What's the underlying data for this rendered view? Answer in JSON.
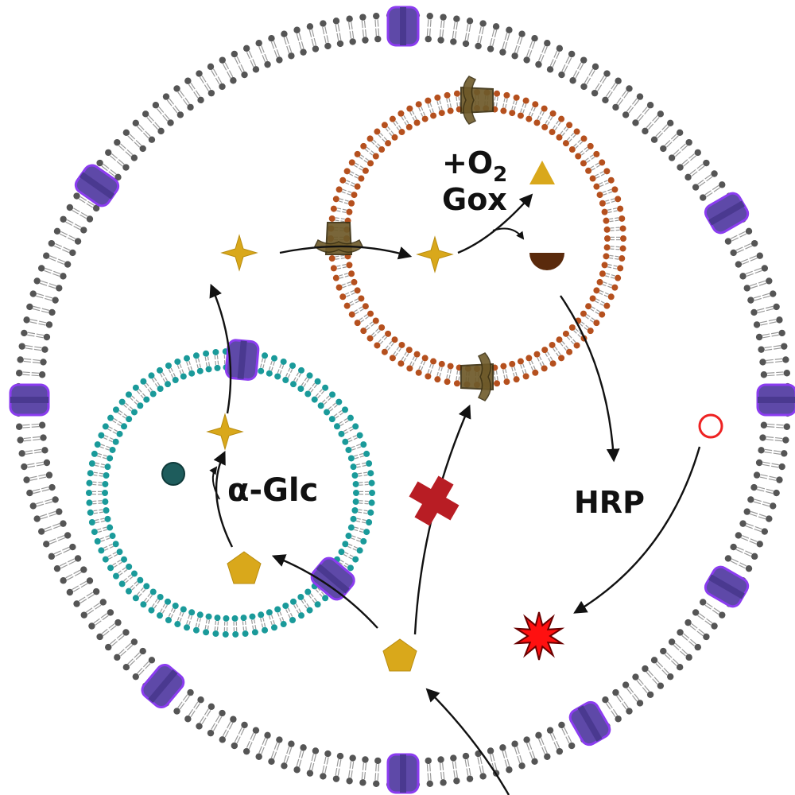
{
  "labels": {
    "oxygen_plus": "+O",
    "oxygen_sub": "2",
    "gox": "Gox",
    "alpha_glc": "α-Glc",
    "hrp": "HRP"
  },
  "colors": {
    "outer_membrane_heads": "#555555",
    "gox_vesicle_heads": "#b5501e",
    "glc_vesicle_heads": "#1a9a9a",
    "tails": "#9a9a9a",
    "pore_protein": "#5e49a8",
    "pore_protein_edge": "#8b3cf0",
    "gox_channel": "#6e5a2a",
    "substrate_gold": "#d9a81b",
    "product_brown": "#5a2a0c",
    "product_teal": "#1e5c5c",
    "inhibitor_red": "#b81d24",
    "fluor_red": "#ff1010",
    "open_circle": "#ee2222",
    "arrow": "#111111"
  },
  "icons": {
    "channel": "pore-protein-icon",
    "gox_channel": "gox-channel-icon",
    "star": "four-point-star-icon",
    "pentagon": "pentagon-icon",
    "triangle": "triangle-icon",
    "half_circle": "half-circle-icon",
    "dot": "product-dot-icon",
    "cross": "inhibitor-cross-icon",
    "burst": "fluorescent-burst-icon",
    "ring": "open-circle-icon"
  }
}
